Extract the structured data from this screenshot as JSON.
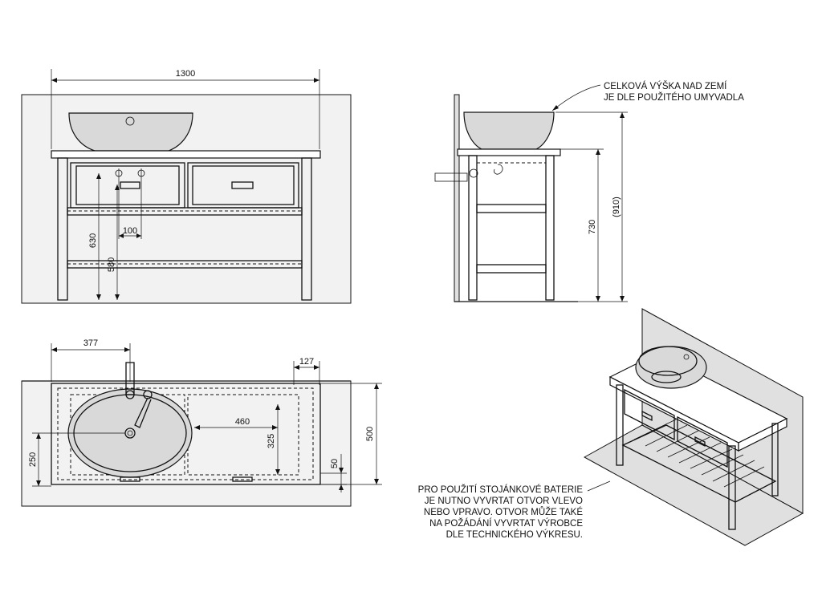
{
  "dimensions": {
    "front_width": "1300",
    "front_height_630": "630",
    "front_height_580": "580",
    "front_spacing_100": "100",
    "side_height_730": "730",
    "side_height_910": "(910)",
    "plan_offset_377": "377",
    "plan_offset_127": "127",
    "plan_drawer_460": "460",
    "plan_depth_325": "325",
    "plan_depth_500": "500",
    "plan_offset_250": "250",
    "plan_offset_50": "50"
  },
  "notes": {
    "height_note_line1": "CELKOVÁ VÝŠKA NAD ZEMÍ",
    "height_note_line2": "JE DLE POUŽITÉHO UMYVADLA",
    "faucet_note_line1": "PRO POUŽITÍ STOJÁNKOVÉ BATERIE",
    "faucet_note_line2": "JE NUTNO VYVRTAT OTVOR VLEVO",
    "faucet_note_line3": "NEBO VPRAVO. OTVOR MŮŽE TAKÉ",
    "faucet_note_line4": "NA POŽÁDÁNÍ VYVRTAT VÝROBCE",
    "faucet_note_line5": "DLE TECHNICKÉHO VÝKRESU."
  }
}
